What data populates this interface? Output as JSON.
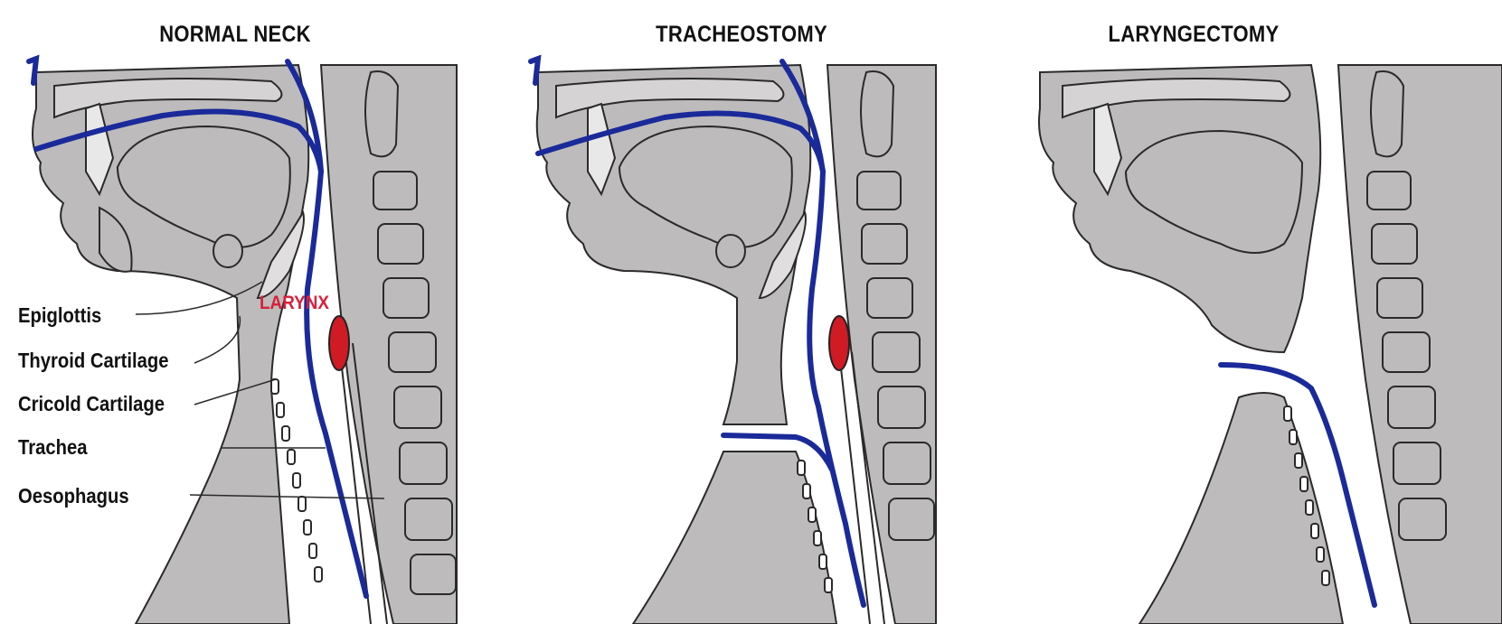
{
  "panels": [
    {
      "title": "NORMAL NECK"
    },
    {
      "title": "TRACHEOSTOMY"
    },
    {
      "title": "LARYNGECTOMY"
    }
  ],
  "labels": {
    "epiglottis": "Epiglottis",
    "thyroid_cartilage": "Thyroid Cartilage",
    "cricoid_cartilage": "Cricold Cartilage",
    "trachea": "Trachea",
    "oesophagus": "Oesophagus",
    "larynx": "LARYNX"
  },
  "colors": {
    "airway": "#1a2a9a",
    "tissue": "#bdbbbb",
    "outline": "#2a2a2a",
    "larynx": "#d01a24",
    "larynx_text": "#d9203a"
  }
}
